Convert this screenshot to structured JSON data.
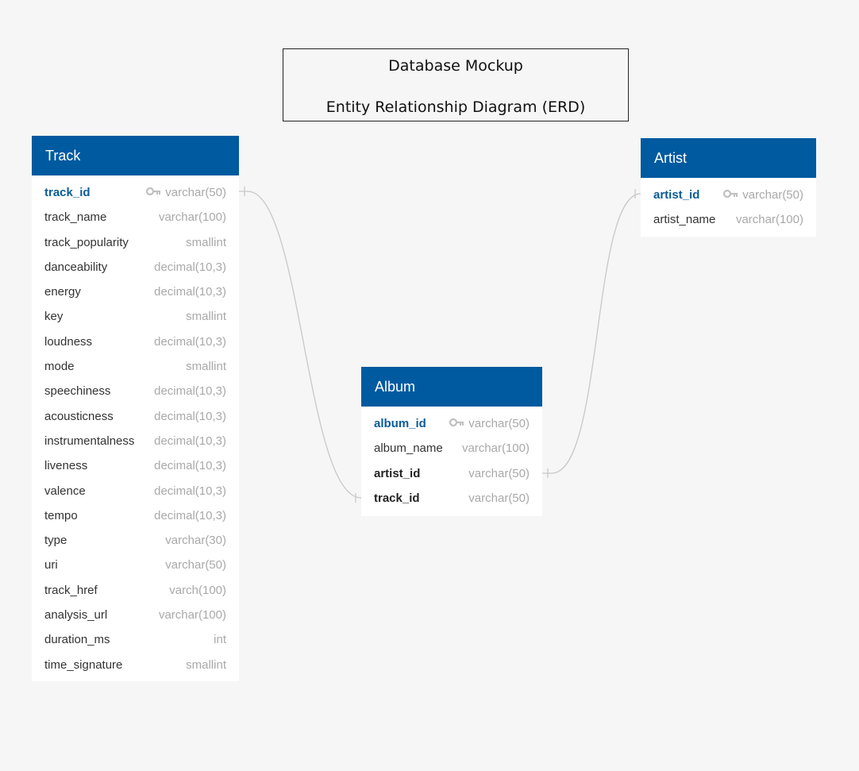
{
  "title": {
    "line1": "Database Mockup",
    "line2": "Entity Relationship Diagram (ERD)"
  },
  "icons": {
    "primary_key": "key-icon"
  },
  "colors": {
    "header_bg": "#005aa0",
    "header_text": "#ffffff",
    "pk_text": "#0a5c96",
    "type_text": "#a9a9a9",
    "connector": "#c8c8c8"
  },
  "tables": {
    "track": {
      "name": "Track",
      "columns": [
        {
          "name": "track_id",
          "type": "varchar(50)",
          "role": "pk"
        },
        {
          "name": "track_name",
          "type": "varchar(100)"
        },
        {
          "name": "track_popularity",
          "type": "smallint"
        },
        {
          "name": "danceability",
          "type": "decimal(10,3)"
        },
        {
          "name": "energy",
          "type": "decimal(10,3)"
        },
        {
          "name": "key",
          "type": "smallint"
        },
        {
          "name": "loudness",
          "type": "decimal(10,3)"
        },
        {
          "name": "mode",
          "type": "smallint"
        },
        {
          "name": "speechiness",
          "type": "decimal(10,3)"
        },
        {
          "name": "acousticness",
          "type": "decimal(10,3)"
        },
        {
          "name": "instrumentalness",
          "type": "decimal(10,3)"
        },
        {
          "name": "liveness",
          "type": "decimal(10,3)"
        },
        {
          "name": "valence",
          "type": "decimal(10,3)"
        },
        {
          "name": "tempo",
          "type": "decimal(10,3)"
        },
        {
          "name": "type",
          "type": "varchar(30)"
        },
        {
          "name": "uri",
          "type": "varchar(50)"
        },
        {
          "name": "track_href",
          "type": "varch(100)"
        },
        {
          "name": "analysis_url",
          "type": "varchar(100)"
        },
        {
          "name": "duration_ms",
          "type": "int"
        },
        {
          "name": "time_signature",
          "type": "smallint"
        }
      ]
    },
    "album": {
      "name": "Album",
      "columns": [
        {
          "name": "album_id",
          "type": "varchar(50)",
          "role": "pk"
        },
        {
          "name": "album_name",
          "type": "varchar(100)"
        },
        {
          "name": "artist_id",
          "type": "varchar(50)",
          "role": "fk"
        },
        {
          "name": "track_id",
          "type": "varchar(50)",
          "role": "fk"
        }
      ]
    },
    "artist": {
      "name": "Artist",
      "columns": [
        {
          "name": "artist_id",
          "type": "varchar(50)",
          "role": "pk"
        },
        {
          "name": "artist_name",
          "type": "varchar(100)"
        }
      ]
    }
  },
  "relationships": [
    {
      "from": "track.track_id",
      "to": "album.track_id"
    },
    {
      "from": "artist.artist_id",
      "to": "album.artist_id"
    }
  ]
}
